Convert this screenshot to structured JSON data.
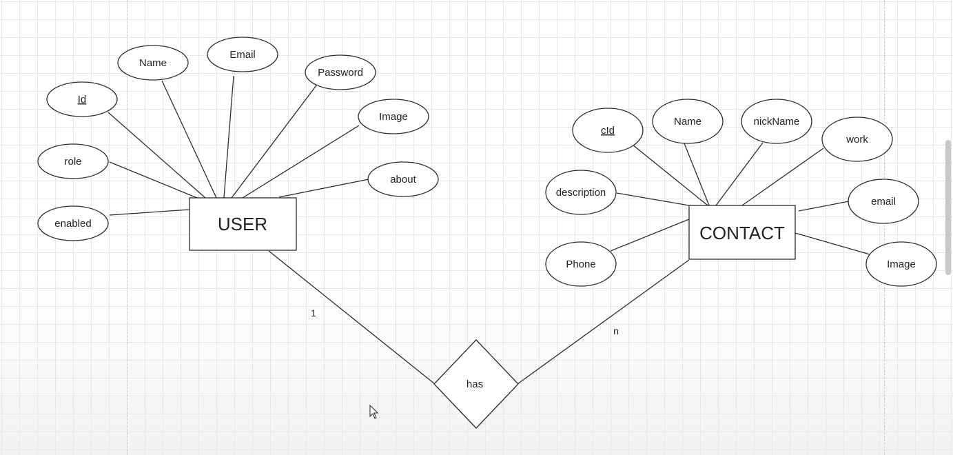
{
  "diagram": {
    "entities": {
      "user": {
        "label": "USER"
      },
      "contact": {
        "label": "CONTACT"
      }
    },
    "relationship": {
      "label": "has"
    },
    "cardinality": {
      "user_side": "1",
      "contact_side": "n"
    },
    "user_attributes": {
      "id": {
        "label": "Id",
        "key": true
      },
      "name": {
        "label": "Name"
      },
      "email": {
        "label": "Email"
      },
      "password": {
        "label": "Password"
      },
      "image": {
        "label": "Image"
      },
      "about": {
        "label": "about"
      },
      "role": {
        "label": "role"
      },
      "enabled": {
        "label": "enabled"
      }
    },
    "contact_attributes": {
      "cid": {
        "label": "cId",
        "key": true
      },
      "name": {
        "label": "Name"
      },
      "nickname": {
        "label": "nickName"
      },
      "work": {
        "label": "work"
      },
      "description": {
        "label": "description"
      },
      "email": {
        "label": "email"
      },
      "phone": {
        "label": "Phone"
      },
      "image": {
        "label": "Image"
      }
    }
  },
  "colors": {
    "stroke": "#2b2b2b",
    "grid": "#e6e6e6",
    "fill": "#ffffff"
  },
  "icons": {
    "cursor": "arrow-cursor-icon"
  }
}
